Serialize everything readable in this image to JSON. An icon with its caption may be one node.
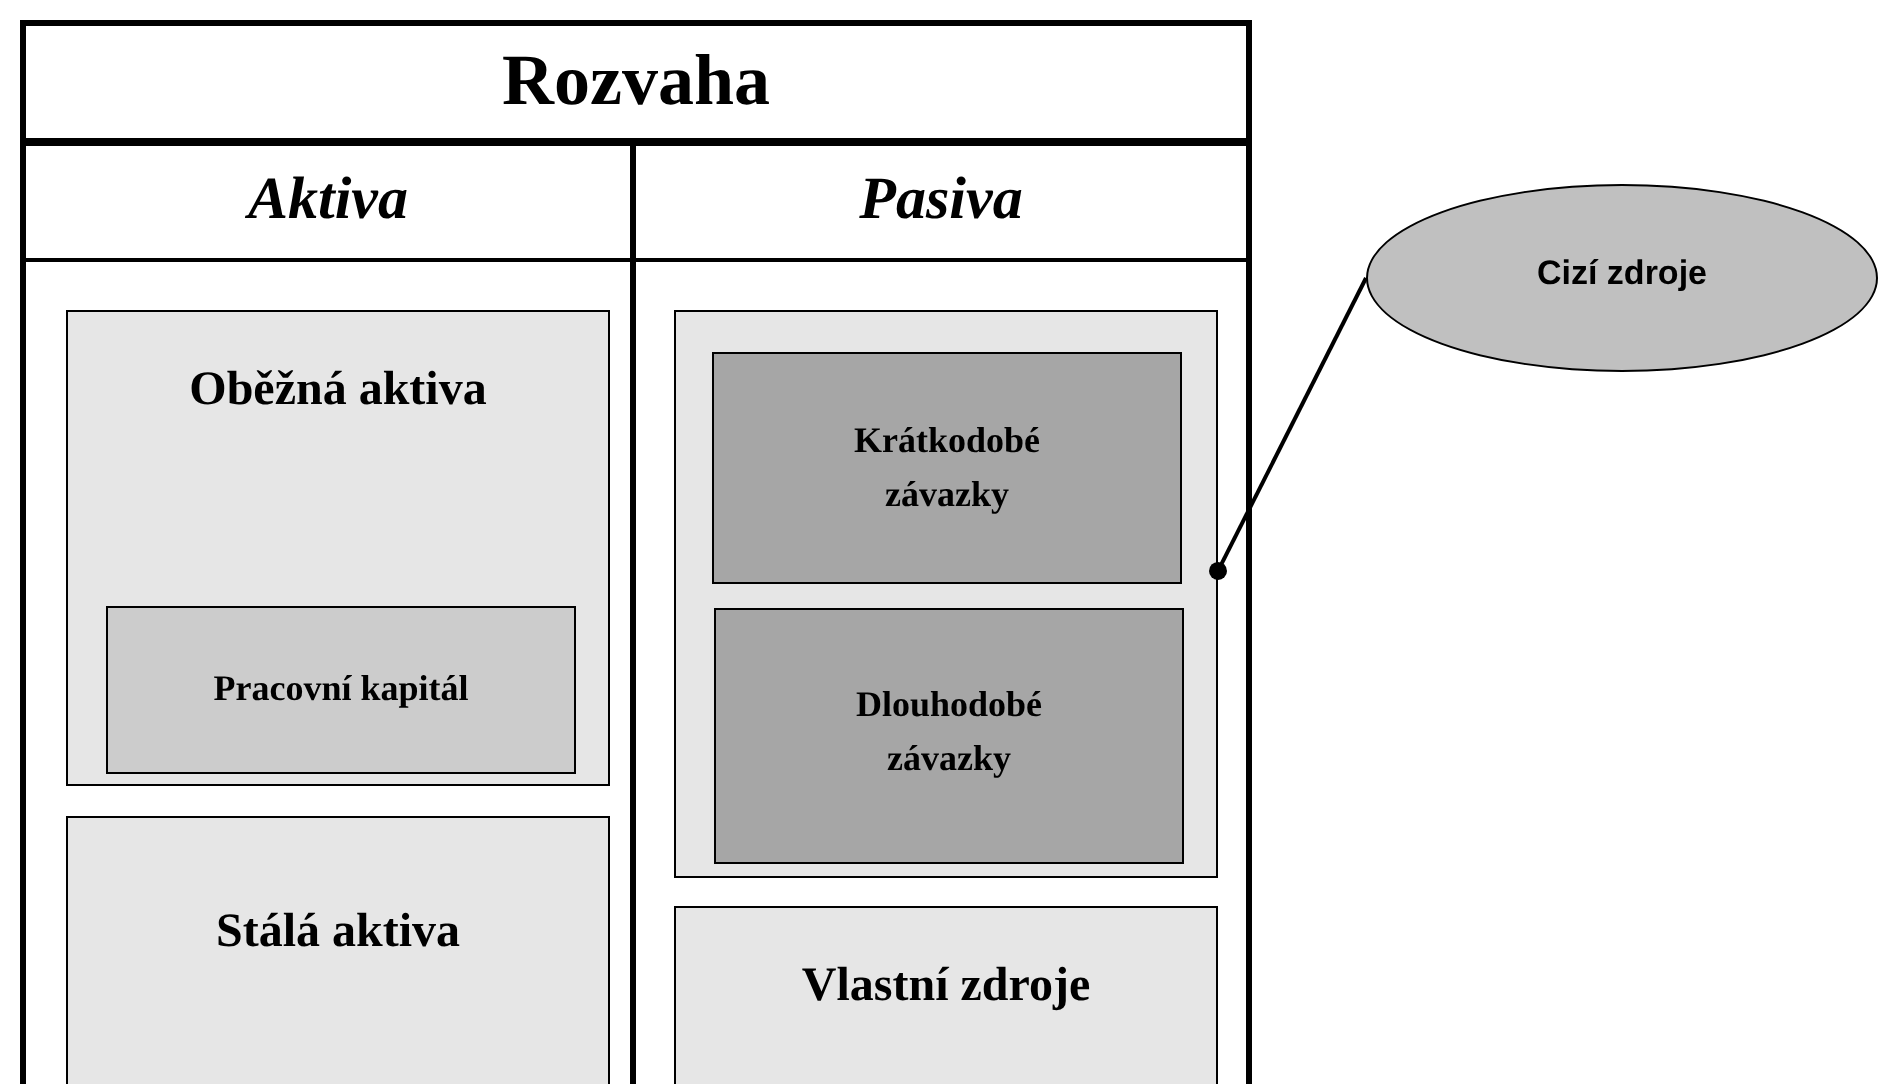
{
  "diagram": {
    "title": "Rozvaha",
    "nodes": [
      {
        "text": [
          "Aktiva"
        ]
      },
      {
        "text": [
          "Oběžná aktiva"
        ],
        "in": 0
      },
      {
        "text": [
          "Pracovní kapitál"
        ],
        "in": 1
      },
      {
        "text": [
          "Stálá aktiva"
        ],
        "in": 0
      },
      {
        "text": [
          "Pasiva"
        ]
      },
      {
        "text": [],
        "shape": "box",
        "in": 4
      },
      {
        "text": [
          "Krátkodobé závazky"
        ],
        "in": 5
      },
      {
        "text": [
          "Dlouhodobé závazky"
        ],
        "in": 5
      },
      {
        "text": [
          "Vlastní zdroje"
        ],
        "in": 4
      },
      {
        "text": [
          "Cizí zdroje"
        ]
      }
    ],
    "edges": [
      {
        "from": 9,
        "to": 5,
        "arrow": "other"
      }
    ]
  }
}
